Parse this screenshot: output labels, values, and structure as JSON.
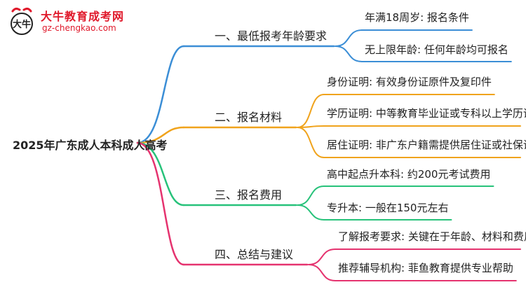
{
  "logo": {
    "name": "大牛教育成考网",
    "url": "gz-chengkao.com",
    "mark_text": "大牛"
  },
  "root": {
    "label": "2025年广东成人本科成人高考"
  },
  "branches": [
    {
      "label": "一、最低报考年龄要求",
      "color": "#3b8ed6",
      "leaves": [
        "年满18周岁: 报名条件",
        "无上限年龄: 任何年龄均可报名"
      ]
    },
    {
      "label": "二、报名材料",
      "color": "#f0a31c",
      "leaves": [
        "身份证明: 有效身份证原件及复印件",
        "学历证明: 中等教育毕业证或专科以上学历证书",
        "居住证明: 非广东户籍需提供居住证或社保证明"
      ]
    },
    {
      "label": "三、报名费用",
      "color": "#27c27a",
      "leaves": [
        "高中起点升本科: 约200元考试费用",
        "专升本: 一般在150元左右"
      ]
    },
    {
      "label": "四、总结与建议",
      "color": "#e5336f",
      "leaves": [
        "了解报考要求: 关键在于年龄、材料和费用",
        "推荐辅导机构: 菲鱼教育提供专业帮助"
      ]
    }
  ]
}
